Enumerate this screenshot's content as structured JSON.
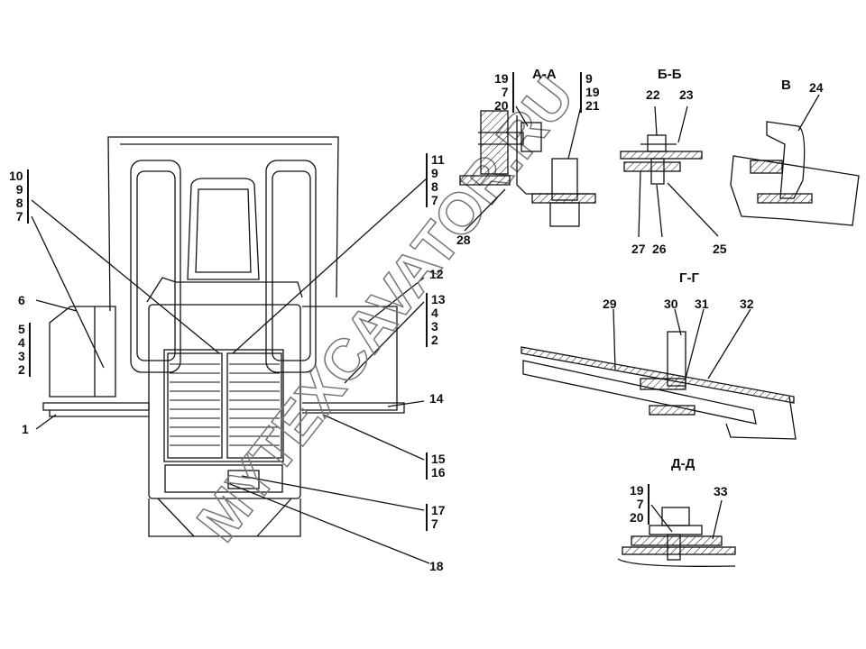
{
  "watermark": "MYTEXCAVATOR.RU",
  "main_view": {
    "callouts": {
      "c10": [
        "10",
        "9",
        "8",
        "7"
      ],
      "c6": "6",
      "c5": [
        "5",
        "4",
        "3",
        "2"
      ],
      "c1": "1",
      "c11": [
        "11",
        "9",
        "8",
        "7"
      ],
      "c12": "12",
      "c13": [
        "13",
        "4",
        "3",
        "2"
      ],
      "c14": "14",
      "c15": [
        "15",
        "16"
      ],
      "c17": [
        "17",
        "7"
      ],
      "c18": "18"
    }
  },
  "section_aa": {
    "title": "А-А",
    "left": [
      "19",
      "7",
      "20"
    ],
    "right": [
      "9",
      "19",
      "21"
    ],
    "c28": "28"
  },
  "section_bb": {
    "title": "Б-Б",
    "c22": "22",
    "c23": "23",
    "c27": "27",
    "c26": "26",
    "c25": "25"
  },
  "view_v": {
    "title": "В",
    "c24": "24"
  },
  "section_gg": {
    "title": "Г-Г",
    "c29": "29",
    "c30": "30",
    "c31": "31",
    "c32": "32"
  },
  "section_dd": {
    "title": "Д-Д",
    "left": [
      "19",
      "7",
      "20"
    ],
    "c33": "33"
  }
}
